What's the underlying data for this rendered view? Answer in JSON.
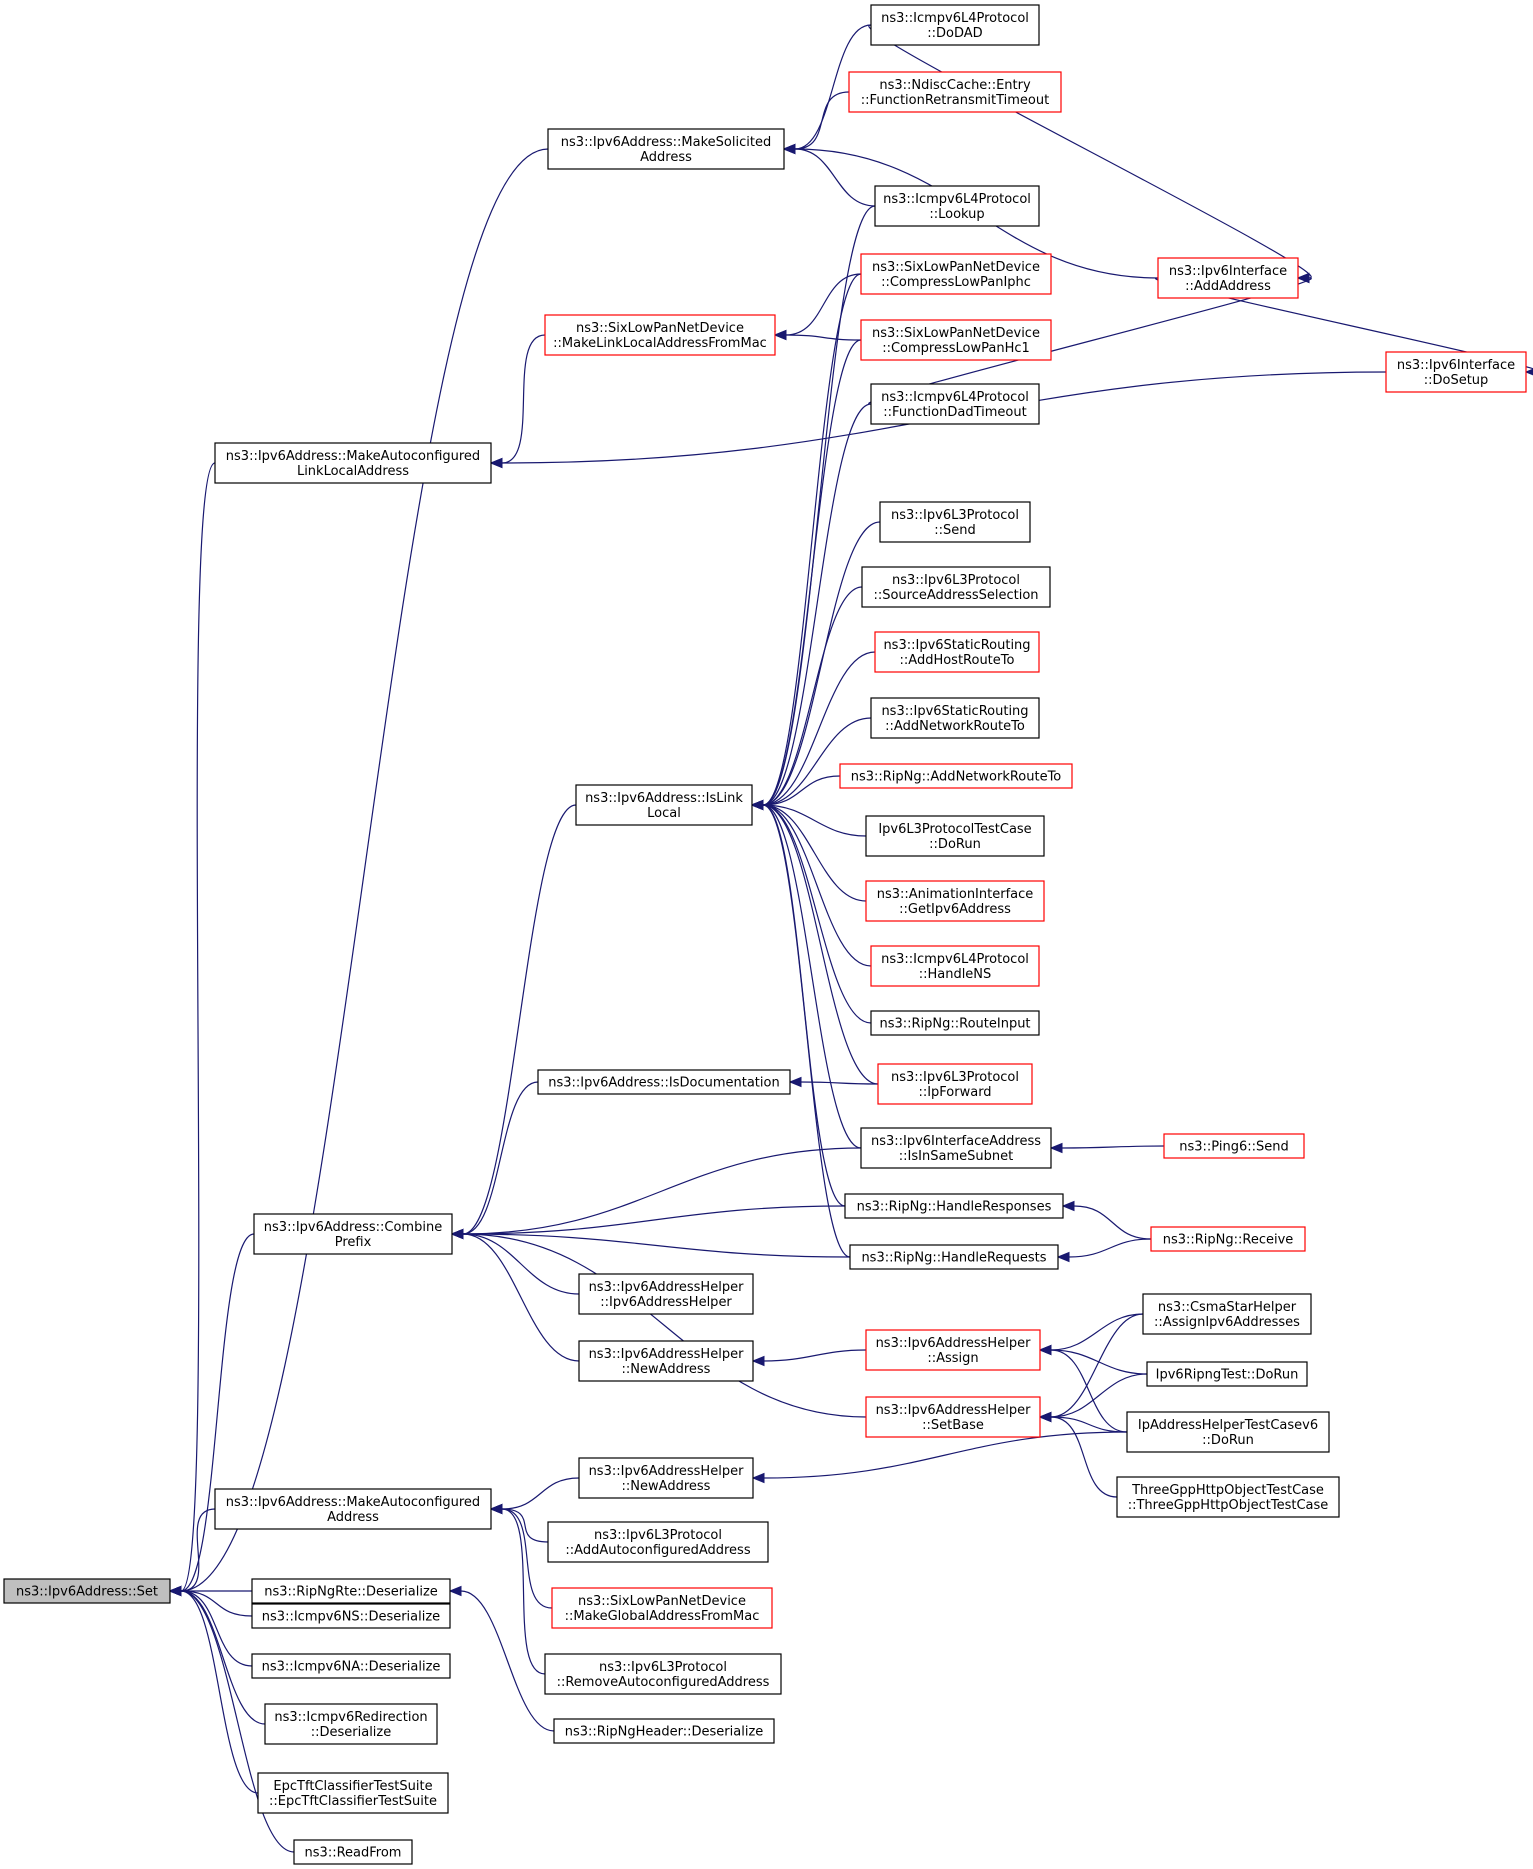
{
  "nodes": {
    "set": {
      "lines": [
        "ns3::Ipv6Address::Set"
      ],
      "red": false,
      "root": true
    },
    "make_solicited": {
      "lines": [
        "ns3::Ipv6Address::MakeSolicited",
        "Address"
      ],
      "red": false
    },
    "make_autoconf_ll": {
      "lines": [
        "ns3::Ipv6Address::MakeAutoconfigured",
        "LinkLocalAddress"
      ],
      "red": false
    },
    "combine_prefix": {
      "lines": [
        "ns3::Ipv6Address::Combine",
        "Prefix"
      ],
      "red": false
    },
    "make_autoconf_addr": {
      "lines": [
        "ns3::Ipv6Address::MakeAutoconfigured",
        "Address"
      ],
      "red": false
    },
    "ripngrte_deser": {
      "lines": [
        "ns3::RipNgRte::Deserialize"
      ],
      "red": false
    },
    "icmpv6ns_deser": {
      "lines": [
        "ns3::Icmpv6NS::Deserialize"
      ],
      "red": false
    },
    "icmpv6na_deser": {
      "lines": [
        "ns3::Icmpv6NA::Deserialize"
      ],
      "red": false
    },
    "icmpv6redir_deser": {
      "lines": [
        "ns3::Icmpv6Redirection",
        "::Deserialize"
      ],
      "red": false
    },
    "epctft": {
      "lines": [
        "EpcTftClassifierTestSuite",
        "::EpcTftClassifierTestSuite"
      ],
      "red": false
    },
    "readfrom": {
      "lines": [
        "ns3::ReadFrom"
      ],
      "red": false
    },
    "sixlow_mkll": {
      "lines": [
        "ns3::SixLowPanNetDevice",
        "::MakeLinkLocalAddressFromMac"
      ],
      "red": true
    },
    "islinklocal": {
      "lines": [
        "ns3::Ipv6Address::IsLink",
        "Local"
      ],
      "red": false
    },
    "isdoc": {
      "lines": [
        "ns3::Ipv6Address::IsDocumentation"
      ],
      "red": false
    },
    "addrhelper_ctor": {
      "lines": [
        "ns3::Ipv6AddressHelper",
        "::Ipv6AddressHelper"
      ],
      "red": false
    },
    "addrhelper_newaddr1": {
      "lines": [
        "ns3::Ipv6AddressHelper",
        "::NewAddress"
      ],
      "red": false
    },
    "addrhelper_newaddr2": {
      "lines": [
        "ns3::Ipv6AddressHelper",
        "::NewAddress"
      ],
      "red": false
    },
    "l3_addautoconf": {
      "lines": [
        "ns3::Ipv6L3Protocol",
        "::AddAutoconfiguredAddress"
      ],
      "red": false
    },
    "sixlow_mkglobal": {
      "lines": [
        "ns3::SixLowPanNetDevice",
        "::MakeGlobalAddressFromMac"
      ],
      "red": true
    },
    "l3_removeautoconf": {
      "lines": [
        "ns3::Ipv6L3Protocol",
        "::RemoveAutoconfiguredAddress"
      ],
      "red": false
    },
    "ripngheader_deser": {
      "lines": [
        "ns3::RipNgHeader::Deserialize"
      ],
      "red": false
    },
    "icmp_dodad": {
      "lines": [
        "ns3::Icmpv6L4Protocol",
        "::DoDAD"
      ],
      "red": false
    },
    "ndisc_retransmit": {
      "lines": [
        "ns3::NdiscCache::Entry",
        "::FunctionRetransmitTimeout"
      ],
      "red": true
    },
    "icmp_lookup": {
      "lines": [
        "ns3::Icmpv6L4Protocol",
        "::Lookup"
      ],
      "red": false
    },
    "sixlow_iphc": {
      "lines": [
        "ns3::SixLowPanNetDevice",
        "::CompressLowPanIphc"
      ],
      "red": true
    },
    "sixlow_hc1": {
      "lines": [
        "ns3::SixLowPanNetDevice",
        "::CompressLowPanHc1"
      ],
      "red": true
    },
    "icmp_dadtimeout": {
      "lines": [
        "ns3::Icmpv6L4Protocol",
        "::FunctionDadTimeout"
      ],
      "red": false
    },
    "l3_send": {
      "lines": [
        "ns3::Ipv6L3Protocol",
        "::Send"
      ],
      "red": false
    },
    "l3_srcsel": {
      "lines": [
        "ns3::Ipv6L3Protocol",
        "::SourceAddressSelection"
      ],
      "red": false
    },
    "static_addhost": {
      "lines": [
        "ns3::Ipv6StaticRouting",
        "::AddHostRouteTo"
      ],
      "red": true
    },
    "static_addnet": {
      "lines": [
        "ns3::Ipv6StaticRouting",
        "::AddNetworkRouteTo"
      ],
      "red": false
    },
    "ripng_addnet": {
      "lines": [
        "ns3::RipNg::AddNetworkRouteTo"
      ],
      "red": true
    },
    "l3test_dorun": {
      "lines": [
        "Ipv6L3ProtocolTestCase",
        "::DoRun"
      ],
      "red": false
    },
    "anim_getipv6": {
      "lines": [
        "ns3::AnimationInterface",
        "::GetIpv6Address"
      ],
      "red": true
    },
    "icmp_handlens": {
      "lines": [
        "ns3::Icmpv6L4Protocol",
        "::HandleNS"
      ],
      "red": true
    },
    "ripng_routeinput": {
      "lines": [
        "ns3::RipNg::RouteInput"
      ],
      "red": false
    },
    "l3_ipforward": {
      "lines": [
        "ns3::Ipv6L3Protocol",
        "::IpForward"
      ],
      "red": true
    },
    "ifaddr_samesubnet": {
      "lines": [
        "ns3::Ipv6InterfaceAddress",
        "::IsInSameSubnet"
      ],
      "red": false
    },
    "ripng_handleresp": {
      "lines": [
        "ns3::RipNg::HandleResponses"
      ],
      "red": false
    },
    "ripng_handlereq": {
      "lines": [
        "ns3::RipNg::HandleRequests"
      ],
      "red": false
    },
    "addrhelper_assign": {
      "lines": [
        "ns3::Ipv6AddressHelper",
        "::Assign"
      ],
      "red": true
    },
    "addrhelper_setbase": {
      "lines": [
        "ns3::Ipv6AddressHelper",
        "::SetBase"
      ],
      "red": true
    },
    "iface_addaddr": {
      "lines": [
        "ns3::Ipv6Interface",
        "::AddAddress"
      ],
      "red": true
    },
    "iface_dosetup": {
      "lines": [
        "ns3::Ipv6Interface",
        "::DoSetup"
      ],
      "red": true
    },
    "ping6_send": {
      "lines": [
        "ns3::Ping6::Send"
      ],
      "red": true
    },
    "ripng_receive": {
      "lines": [
        "ns3::RipNg::Receive"
      ],
      "red": true
    },
    "csma_assign": {
      "lines": [
        "ns3::CsmaStarHelper",
        "::AssignIpv6Addresses"
      ],
      "red": false
    },
    "ripngtest_dorun": {
      "lines": [
        "Ipv6RipngTest::DoRun"
      ],
      "red": false
    },
    "iphelpertest_dorun": {
      "lines": [
        "IpAddressHelperTestCasev6",
        "::DoRun"
      ],
      "red": false
    },
    "threegpp": {
      "lines": [
        "ThreeGppHttpObjectTestCase",
        "::ThreeGppHttpObjectTestCase"
      ],
      "red": false
    }
  },
  "edges": [
    [
      "make_solicited",
      "set"
    ],
    [
      "make_autoconf_ll",
      "set"
    ],
    [
      "combine_prefix",
      "set"
    ],
    [
      "make_autoconf_addr",
      "set"
    ],
    [
      "ripngrte_deser",
      "set"
    ],
    [
      "icmpv6ns_deser",
      "set"
    ],
    [
      "icmpv6na_deser",
      "set"
    ],
    [
      "icmpv6redir_deser",
      "set"
    ],
    [
      "epctft",
      "set"
    ],
    [
      "readfrom",
      "set"
    ],
    [
      "icmp_dodad",
      "make_solicited"
    ],
    [
      "ndisc_retransmit",
      "make_solicited"
    ],
    [
      "iface_addaddr",
      "make_solicited"
    ],
    [
      "icmp_lookup",
      "make_solicited"
    ],
    [
      "sixlow_mkll",
      "make_autoconf_ll"
    ],
    [
      "iface_dosetup",
      "make_autoconf_ll"
    ],
    [
      "sixlow_iphc",
      "sixlow_mkll"
    ],
    [
      "sixlow_hc1",
      "sixlow_mkll"
    ],
    [
      "islinklocal",
      "combine_prefix"
    ],
    [
      "isdoc",
      "combine_prefix"
    ],
    [
      "ifaddr_samesubnet",
      "combine_prefix"
    ],
    [
      "ripng_handleresp",
      "combine_prefix"
    ],
    [
      "ripng_handlereq",
      "combine_prefix"
    ],
    [
      "addrhelper_ctor",
      "combine_prefix"
    ],
    [
      "addrhelper_newaddr1",
      "combine_prefix"
    ],
    [
      "addrhelper_setbase",
      "combine_prefix"
    ],
    [
      "icmp_lookup",
      "islinklocal"
    ],
    [
      "sixlow_iphc",
      "islinklocal"
    ],
    [
      "sixlow_hc1",
      "islinklocal"
    ],
    [
      "icmp_dadtimeout",
      "islinklocal"
    ],
    [
      "l3_send",
      "islinklocal"
    ],
    [
      "l3_srcsel",
      "islinklocal"
    ],
    [
      "static_addhost",
      "islinklocal"
    ],
    [
      "static_addnet",
      "islinklocal"
    ],
    [
      "ripng_addnet",
      "islinklocal"
    ],
    [
      "l3test_dorun",
      "islinklocal"
    ],
    [
      "anim_getipv6",
      "islinklocal"
    ],
    [
      "icmp_handlens",
      "islinklocal"
    ],
    [
      "ripng_routeinput",
      "islinklocal"
    ],
    [
      "l3_ipforward",
      "islinklocal"
    ],
    [
      "ifaddr_samesubnet",
      "islinklocal"
    ],
    [
      "ripng_handleresp",
      "islinklocal"
    ],
    [
      "ripng_handlereq",
      "islinklocal"
    ],
    [
      "l3_ipforward",
      "isdoc"
    ],
    [
      "icmp_dodad",
      "iface_addaddr"
    ],
    [
      "icmp_dadtimeout",
      "iface_addaddr"
    ],
    [
      "iface_addaddr",
      "iface_dosetup"
    ],
    [
      "ping6_send",
      "ifaddr_samesubnet"
    ],
    [
      "ripng_receive",
      "ripng_handleresp"
    ],
    [
      "ripng_receive",
      "ripng_handlereq"
    ],
    [
      "addrhelper_assign",
      "addrhelper_newaddr1"
    ],
    [
      "csma_assign",
      "addrhelper_assign"
    ],
    [
      "ripngtest_dorun",
      "addrhelper_assign"
    ],
    [
      "iphelpertest_dorun",
      "addrhelper_assign"
    ],
    [
      "csma_assign",
      "addrhelper_setbase"
    ],
    [
      "ripngtest_dorun",
      "addrhelper_setbase"
    ],
    [
      "iphelpertest_dorun",
      "addrhelper_setbase"
    ],
    [
      "threegpp",
      "addrhelper_setbase"
    ],
    [
      "iphelpertest_dorun",
      "addrhelper_newaddr2"
    ],
    [
      "addrhelper_newaddr2",
      "make_autoconf_addr"
    ],
    [
      "l3_addautoconf",
      "make_autoconf_addr"
    ],
    [
      "sixlow_mkglobal",
      "make_autoconf_addr"
    ],
    [
      "l3_removeautoconf",
      "make_autoconf_addr"
    ],
    [
      "ripngheader_deser",
      "ripngrte_deser"
    ]
  ],
  "colors": {
    "edge": "#191970",
    "red_border": "#ff0000",
    "root_fill": "#bfbfbf",
    "border": "#000000"
  }
}
